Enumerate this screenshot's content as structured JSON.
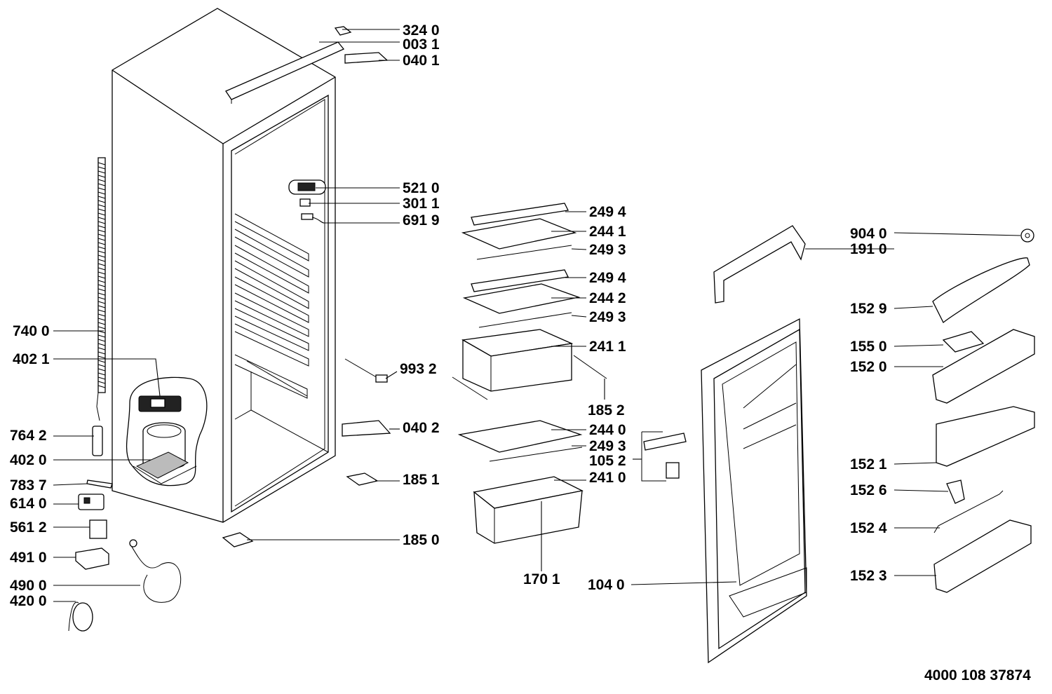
{
  "document_id": "4000 108 37874",
  "callouts": {
    "c3240": "324 0",
    "c0031": "003 1",
    "c0401": "040 1",
    "c5210": "521 0",
    "c3011": "301 1",
    "c6919": "691 9",
    "c7400": "740 0",
    "c4021": "402 1",
    "c9932": "993 2",
    "c0402": "040 2",
    "c7642": "764 2",
    "c4020": "402 0",
    "c1851": "185 1",
    "c7837": "783 7",
    "c6140": "614 0",
    "c5612": "561 2",
    "c1850": "185 0",
    "c4910": "491 0",
    "c4900": "490 0",
    "c4200": "420 0",
    "c2494a": "249 4",
    "c2441": "244 1",
    "c2493a": "249 3",
    "c2494b": "249 4",
    "c2442": "244 2",
    "c2493b": "249 3",
    "c2411": "241 1",
    "c1852": "185 2",
    "c2440": "244 0",
    "c2493c": "249 3",
    "c2410": "241 0",
    "c1701": "170 1",
    "c1052": "105 2",
    "c1040": "104 0",
    "c9040": "904 0",
    "c1910": "191 0",
    "c1529": "152 9",
    "c1550": "155 0",
    "c1520": "152 0",
    "c1521": "152 1",
    "c1526": "152 6",
    "c1524": "152 4",
    "c1523": "152 3"
  }
}
